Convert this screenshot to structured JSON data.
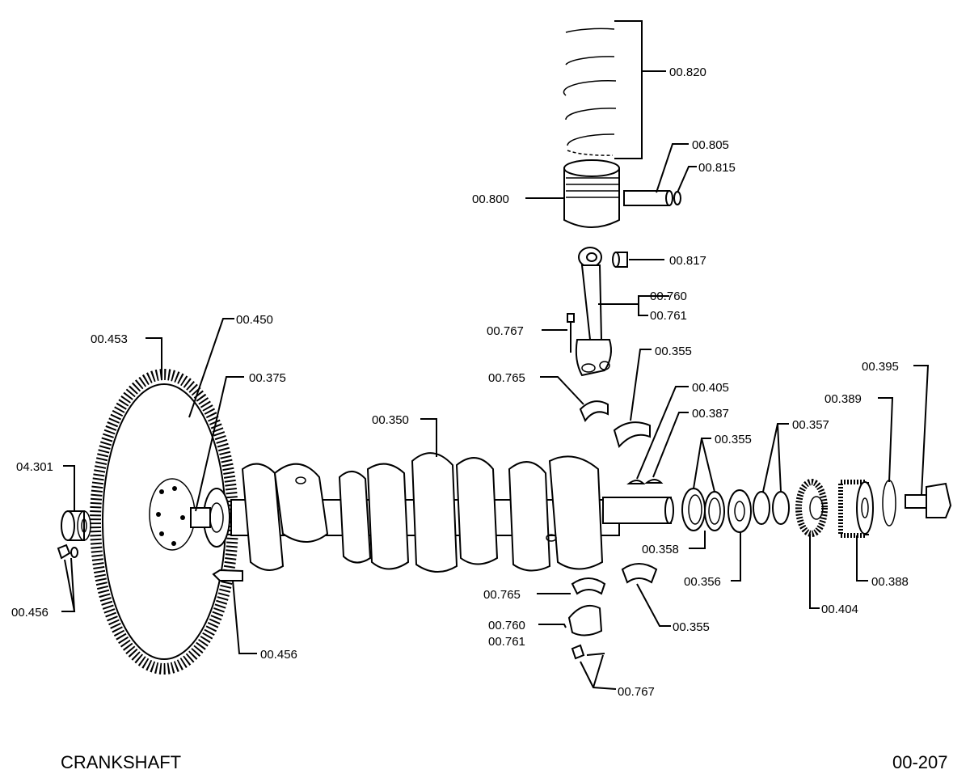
{
  "caption": {
    "title": "CRANKSHAFT",
    "page_number": "00-207"
  },
  "callouts": {
    "c00820": "00.820",
    "c00805": "00.805",
    "c00815": "00.815",
    "c00800": "00.800",
    "c00817": "00.817",
    "c00760a": "00.760",
    "c00761a": "00.761",
    "c00767a": "00.767",
    "c00355a": "00.355",
    "c00765a": "00.765",
    "c00450": "00.450",
    "c00453": "00.453",
    "c00375": "00.375",
    "c00405": "00.405",
    "c00395": "00.395",
    "c00389": "00.389",
    "c00387": "00.387",
    "c00350": "00.350",
    "c00355b": "00.355",
    "c00357": "00.357",
    "c04301": "04.301",
    "c00358": "00.358",
    "c00388": "00.388",
    "c00356": "00.356",
    "c00456a": "00.456",
    "c00765b": "00.765",
    "c00404": "00.404",
    "c00760b": "00.760",
    "c00355c": "00.355",
    "c00761b": "00.761",
    "c00456b": "00.456",
    "c00767b": "00.767"
  }
}
